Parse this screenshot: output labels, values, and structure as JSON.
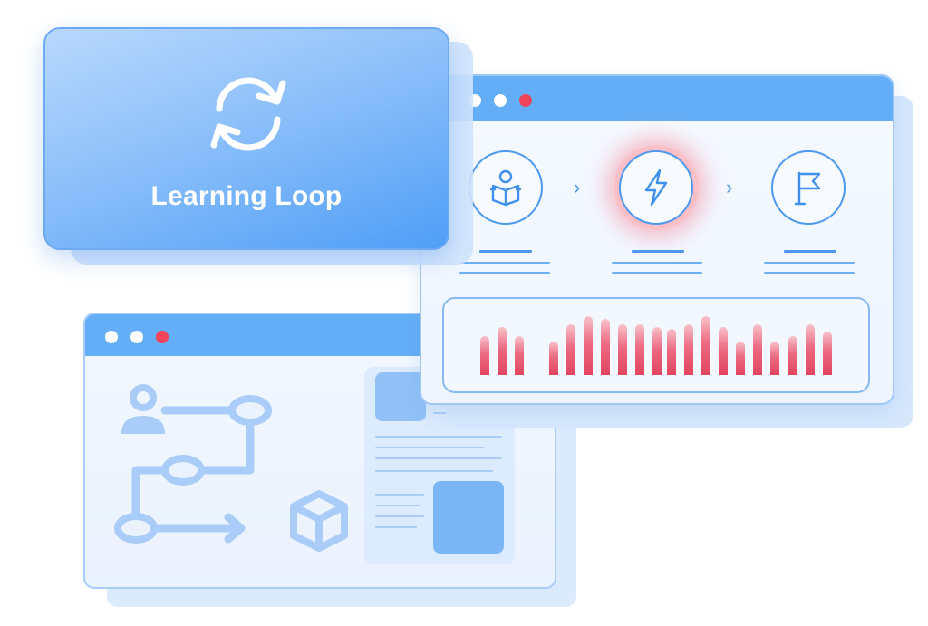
{
  "card": {
    "title": "Learning Loop",
    "icon": "refresh-loop-icon"
  },
  "front_window": {
    "steps": [
      {
        "icon": "reader-book-icon",
        "active": false
      },
      {
        "icon": "lightning-bolt-icon",
        "active": true
      },
      {
        "icon": "flag-icon",
        "active": false
      }
    ],
    "bar_groups": [
      [
        0.55,
        0.68,
        0.55
      ],
      [
        0.48,
        0.72,
        0.83,
        0.79,
        0.72,
        0.72,
        0.68
      ],
      [
        0.66,
        0.72,
        0.83,
        0.68,
        0.48,
        0.72,
        0.48
      ],
      [
        0.55,
        0.72,
        0.62
      ]
    ]
  },
  "colors": {
    "accent": "#64aef7",
    "alert": "#f0445a",
    "bars": "#e2445f"
  }
}
